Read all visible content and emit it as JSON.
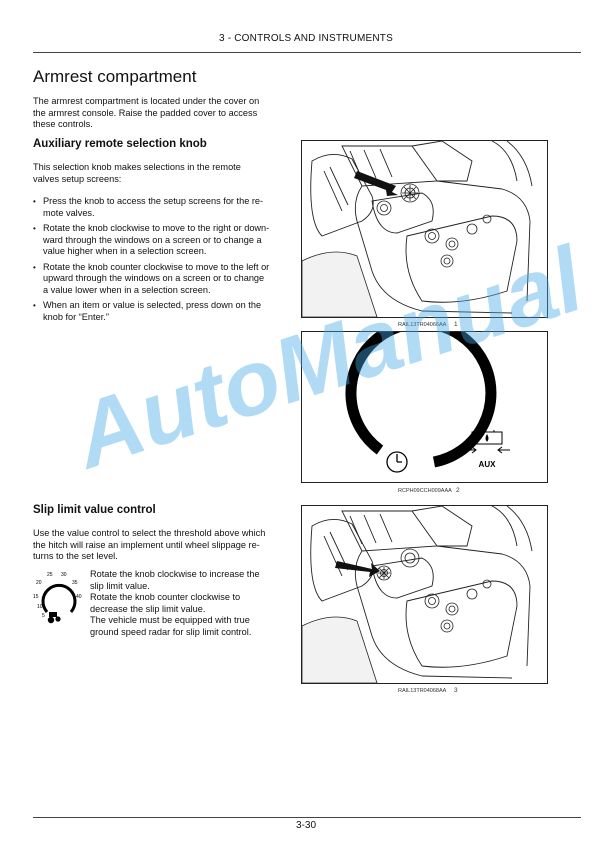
{
  "header": {
    "title": "3 - CONTROLS AND INSTRUMENTS"
  },
  "section": {
    "title": "Armrest compartment",
    "intro_lines": [
      "The armrest compartment is located under the cover on",
      "the armrest console.  Raise the padded cover to access",
      "these controls."
    ]
  },
  "aux": {
    "title": "Auxiliary remote selection knob",
    "intro_lines": [
      "This selection knob makes selections in the remote",
      "valves setup screens:"
    ],
    "bullets": [
      [
        "Press the knob to access the setup screens for the re-",
        "mote valves."
      ],
      [
        "Rotate the knob clockwise to move to the right or down-",
        "ward through the windows on a screen or to change a",
        "value higher when in a selection screen."
      ],
      [
        "Rotate the knob counter clockwise to move to the left or",
        "upward through the windows on a screen or to change",
        "a value lower when in a selection screen."
      ],
      [
        "When an item or value is selected, press down on the",
        "knob for “Enter.”"
      ]
    ]
  },
  "slip": {
    "title": "Slip limit value control",
    "intro_lines": [
      "Use the value control to select the threshold above which",
      "the hitch will raise an implement until wheel slippage re-",
      "turns to the set level."
    ],
    "text_lines": [
      "Rotate the knob clockwise to increase the",
      "slip limit value.",
      "Rotate the knob counter clockwise to",
      "decrease the slip limit value.",
      "The vehicle must be equipped with true",
      "ground speed radar for slip limit control."
    ],
    "dial_labels": [
      "25",
      "30",
      "20",
      "35",
      "15",
      "40",
      "10",
      "5"
    ]
  },
  "figures": [
    {
      "caption": "RAIL13TR04066AA",
      "number": "1"
    },
    {
      "caption": "RCPH09CCH009AAA",
      "number": "2",
      "aux_label": "AUX"
    },
    {
      "caption": "RAIL13TR04068AA",
      "number": "3"
    }
  ],
  "watermark": "AutoManual",
  "footer": {
    "page": "3-30"
  }
}
